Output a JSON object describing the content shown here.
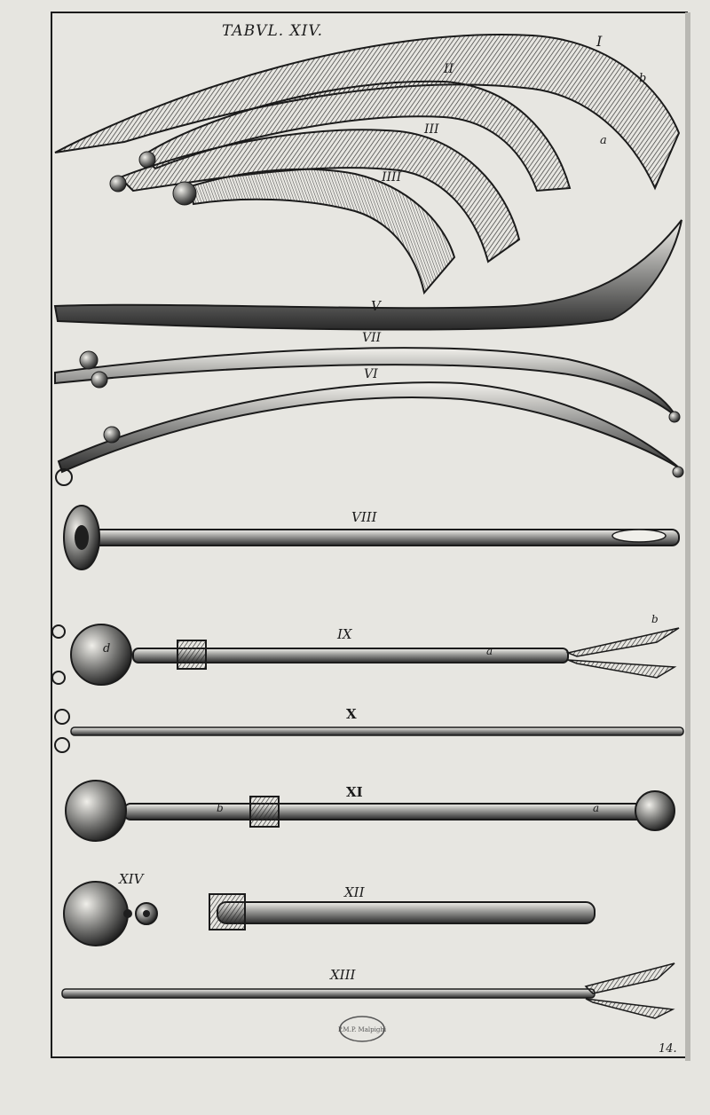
{
  "plate": {
    "title": "TABVL. XIV.",
    "page_number": "14.",
    "stamp_text": "P.M.P. Malpighi",
    "colors": {
      "paper": "#e6e5e0",
      "ink": "#1b1b1b",
      "shade": "#5a5a5a"
    }
  },
  "figures": [
    {
      "label": "I",
      "letters": [
        "b",
        "a"
      ]
    },
    {
      "label": "II"
    },
    {
      "label": "III"
    },
    {
      "label": "IIII"
    },
    {
      "label": "V"
    },
    {
      "label": "VII"
    },
    {
      "label": "VI"
    },
    {
      "label": "VIII"
    },
    {
      "label": "IX",
      "letters": [
        "d",
        "a",
        "b"
      ]
    },
    {
      "label": "X"
    },
    {
      "label": "XI",
      "letters": [
        "b",
        "a"
      ]
    },
    {
      "label": "XIV"
    },
    {
      "label": "XII"
    },
    {
      "label": "XIII"
    }
  ]
}
